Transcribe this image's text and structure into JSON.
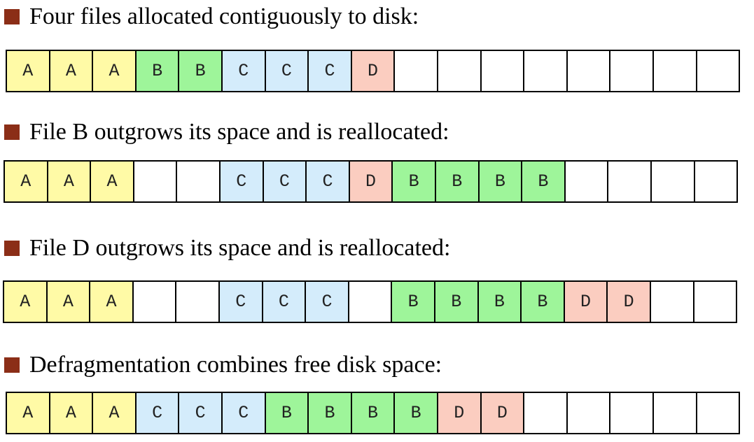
{
  "colors": {
    "A": "#fffaa6",
    "B": "#9ef59a",
    "C": "#d4ecfb",
    "D": "#fbcdc0",
    "empty": "#ffffff",
    "bullet": "#8b2e17"
  },
  "sections": [
    {
      "heading": "Four files allocated contiguously to disk:",
      "blocks": [
        "A",
        "A",
        "A",
        "B",
        "B",
        "C",
        "C",
        "C",
        "D",
        "",
        "",
        "",
        "",
        "",
        "",
        "",
        ""
      ]
    },
    {
      "heading": "File B outgrows its space and is reallocated:",
      "blocks": [
        "A",
        "A",
        "A",
        "",
        "",
        "C",
        "C",
        "C",
        "D",
        "B",
        "B",
        "B",
        "B",
        "",
        "",
        "",
        ""
      ]
    },
    {
      "heading": "File D outgrows its space and is reallocated:",
      "blocks": [
        "A",
        "A",
        "A",
        "",
        "",
        "C",
        "C",
        "C",
        "",
        "B",
        "B",
        "B",
        "B",
        "D",
        "D",
        "",
        ""
      ]
    },
    {
      "heading": "Defragmentation combines free disk space:",
      "blocks": [
        "A",
        "A",
        "A",
        "C",
        "C",
        "C",
        "B",
        "B",
        "B",
        "B",
        "D",
        "D",
        "",
        "",
        "",
        "",
        ""
      ]
    }
  ]
}
